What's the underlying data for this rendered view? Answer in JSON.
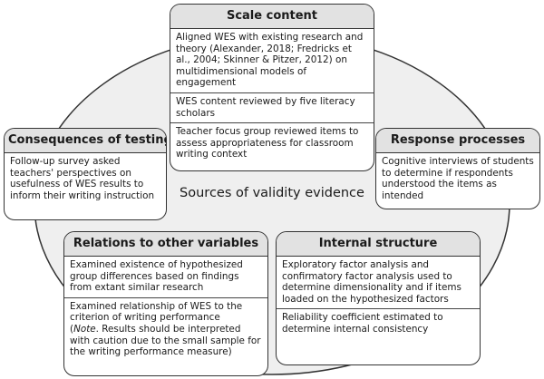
{
  "center_label": "Sources of validity evidence",
  "boxes": {
    "scale_content": {
      "title": "Scale content",
      "items": [
        "Aligned WES with existing research and theory (Alexander, 2018; Fredricks et al., 2004; Skinner & Pitzer, 2012) on multidimensional models of engagement",
        "WES content reviewed by five literacy scholars",
        "Teacher focus group reviewed items to assess appropriateness for classroom writing context"
      ]
    },
    "consequences": {
      "title": "Consequences of testing",
      "items": [
        "Follow-up survey asked teachers' perspectives on usefulness of WES results to inform their writing instruction"
      ]
    },
    "response": {
      "title": "Response processes",
      "items": [
        "Cognitive interviews of students to determine if respondents understood the items as intended"
      ]
    },
    "relations": {
      "title": "Relations to other variables",
      "items": [
        "Examined existence of hypothesized group differences based on findings from extant similar research",
        "Examined relationship of WES to the criterion of writing performance"
      ],
      "note_label": "Note",
      "note_text": ". Results should be interpreted with caution due to the small sample for the writing performance measure)"
    },
    "internal": {
      "title": "Internal structure",
      "items": [
        "Exploratory factor analysis and confirmatory factor analysis used to determine dimensionality and if items loaded on the hypothesized factors",
        "Reliability coefficient estimated to determine internal consistency"
      ]
    }
  }
}
